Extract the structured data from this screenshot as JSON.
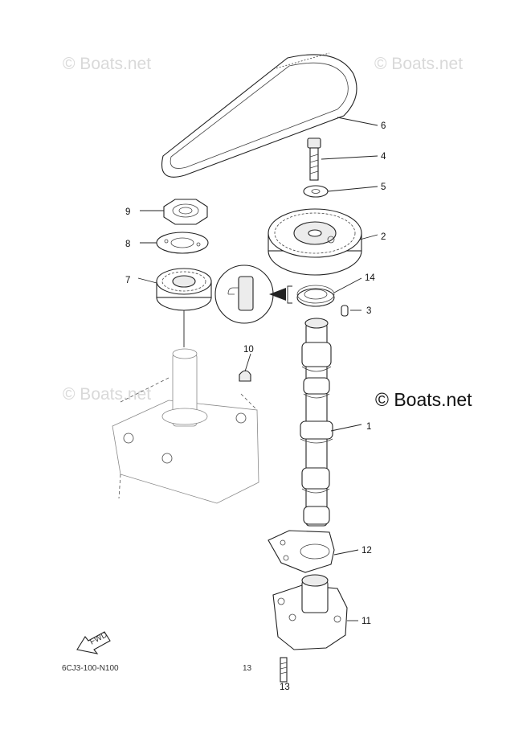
{
  "watermarks": {
    "top_left": "© Boats.net",
    "top_right": "© Boats.net",
    "mid_left": "© Boats.net",
    "main": "© Boats.net"
  },
  "callouts": {
    "p1": "1",
    "p2": "2",
    "p3": "3",
    "p4": "4",
    "p5": "5",
    "p6": "6",
    "p7": "7",
    "p8": "8",
    "p9": "9",
    "p10": "10",
    "p11": "11",
    "p12": "12",
    "p13": "13",
    "p14": "14"
  },
  "fwd_arrow": "FWD",
  "diagram_code": "6CJ3-100-N100"
}
